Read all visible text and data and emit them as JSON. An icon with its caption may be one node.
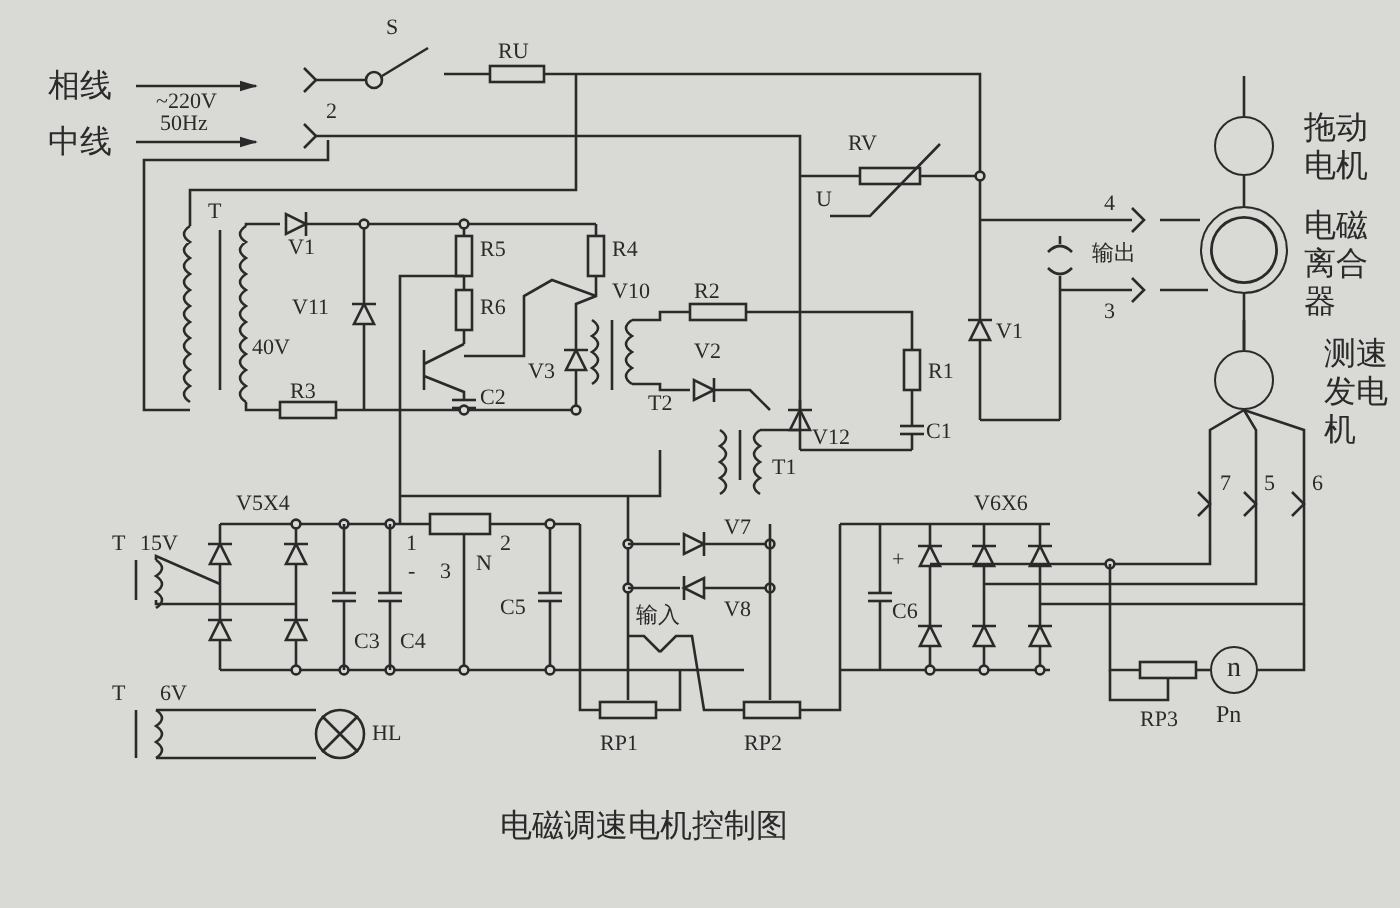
{
  "diagram": {
    "caption": "电磁调速电机控制图",
    "nodes": [
      {
        "text": [
          "相线"
        ]
      },
      {
        "text": [
          "中线"
        ]
      },
      {
        "text": [],
        "shape": "circle",
        "beside": [
          "拖动电机"
        ]
      },
      {
        "text": [],
        "shape": "circle",
        "beside": [
          "电磁离合器"
        ]
      },
      {
        "text": [],
        "shape": "circle",
        "beside": [
          "测速发电机"
        ]
      },
      {
        "text": [
          "n"
        ],
        "beside": [
          "Pn"
        ]
      }
    ],
    "edges": [
      {
        "from": 0,
        "to": null,
        "arrow": "to"
      },
      {
        "from": 1,
        "to": null,
        "arrow": "to"
      },
      {
        "from": 2,
        "to": 3,
        "arrow": "none"
      },
      {
        "from": 3,
        "to": 4,
        "arrow": "none"
      }
    ],
    "labels": [
      "~220V",
      "50Hz",
      "2",
      "S",
      "RU",
      "RV",
      "U",
      "T",
      "V1",
      "V11",
      "40V",
      "R5",
      "R4",
      "R6",
      "V10",
      "V3",
      "R2",
      "V2",
      "R1",
      "4",
      "输出",
      "3",
      "V1",
      "C2",
      "T2",
      "V12",
      "C1",
      "T1",
      "R3",
      "V5X4",
      "V6X6",
      "7",
      "5",
      "6",
      "T",
      "15V",
      "1",
      "-",
      "3",
      "N",
      "2",
      "C5",
      "V7",
      "V8",
      "C3",
      "C4",
      "C6",
      "+",
      "输入",
      "RP1",
      "RP2",
      "RP3",
      "T",
      "6V",
      "HL"
    ]
  }
}
